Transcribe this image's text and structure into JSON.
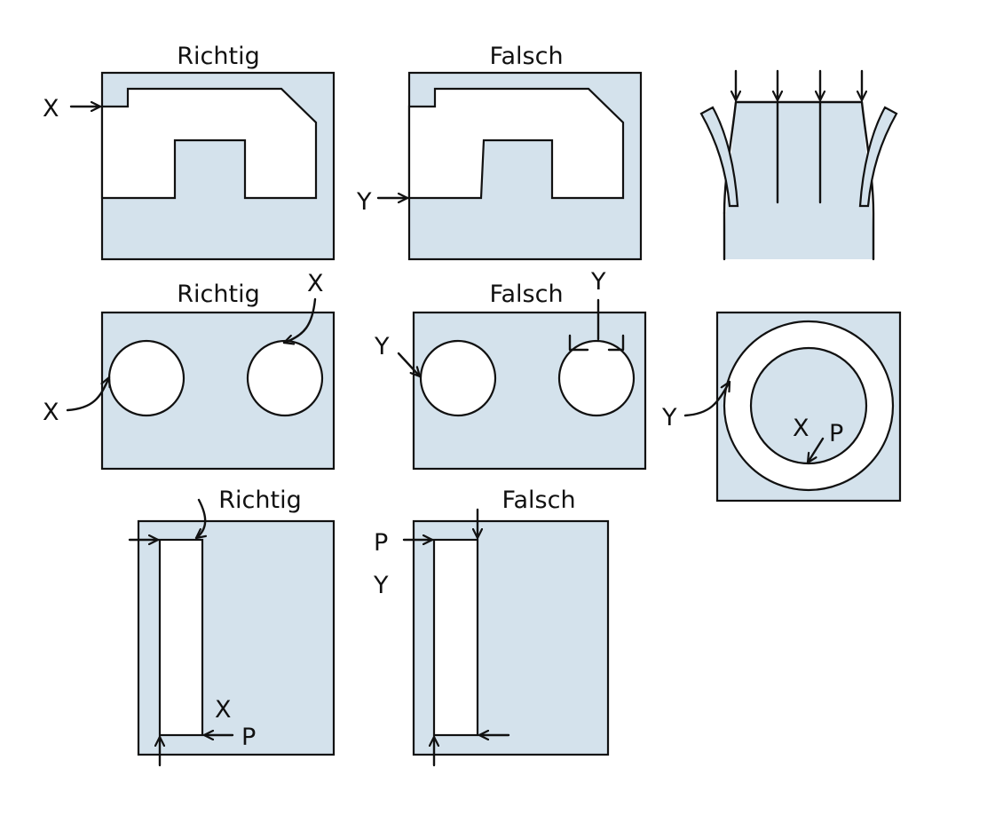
{
  "titles": {
    "right": "Richtig",
    "wrong": "Falsch"
  },
  "labels": {
    "x": "X",
    "y": "Y",
    "p": "P"
  },
  "colors": {
    "fill": "#d4e2ec",
    "stroke": "#111111",
    "background": "#ffffff"
  }
}
